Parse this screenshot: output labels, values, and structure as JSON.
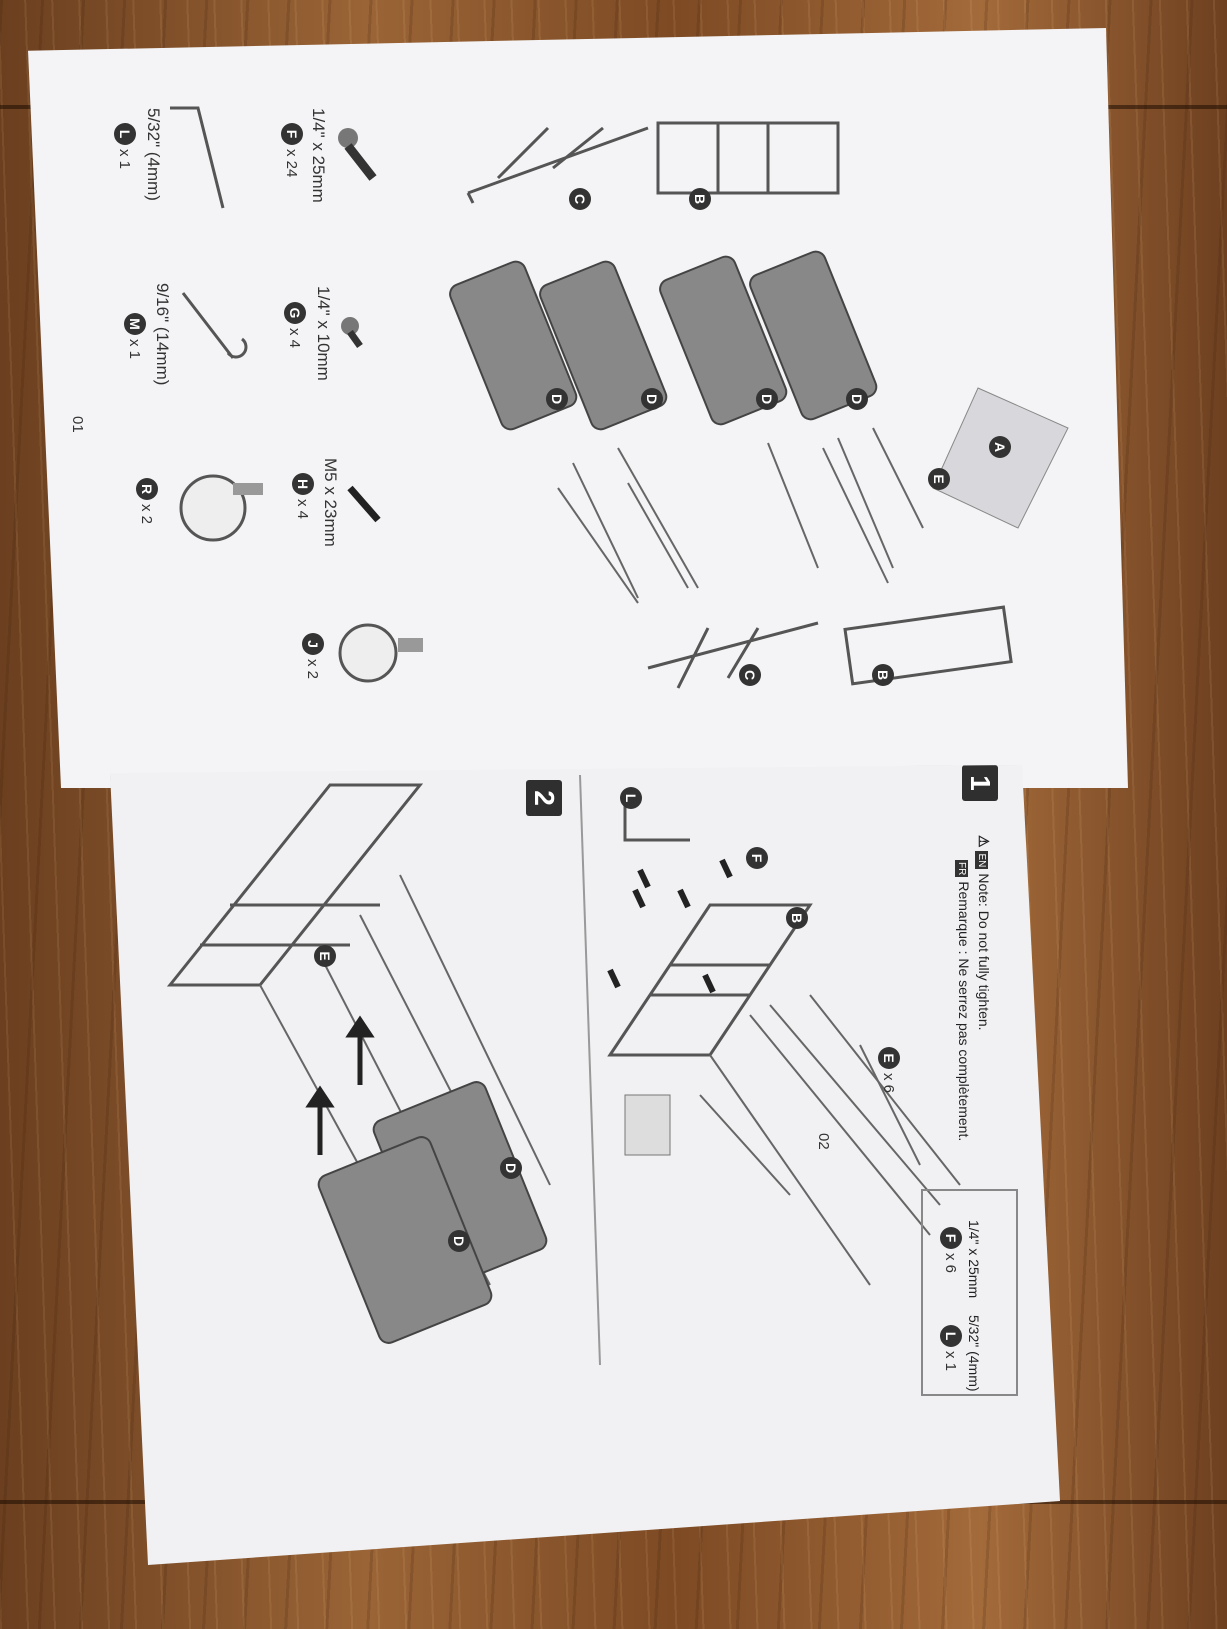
{
  "page1": {
    "page_number": "01",
    "parts": [
      {
        "letter": "A"
      },
      {
        "letter": "B"
      },
      {
        "letter": "C"
      },
      {
        "letter": "D"
      },
      {
        "letter": "E"
      }
    ],
    "hardware": [
      {
        "size": "1/4\" x 25mm",
        "letter": "F",
        "qty": "x 24"
      },
      {
        "size": "1/4\" x 10mm",
        "letter": "G",
        "qty": "x 4"
      },
      {
        "size": "M5 x 23mm",
        "letter": "H",
        "qty": "x 4"
      },
      {
        "size": "",
        "letter": "J",
        "qty": "x 2"
      },
      {
        "size": "5/32\" (4mm)",
        "letter": "L",
        "qty": "x 1"
      },
      {
        "size": "9/16\" (14mm)",
        "letter": "M",
        "qty": "x 1"
      },
      {
        "size": "",
        "letter": "R",
        "qty": "x 2"
      }
    ]
  },
  "page2": {
    "page_number": "02",
    "step1": {
      "number": "1",
      "note_en_tag": "EN",
      "note_en": "Note: Do not fully tighten.",
      "note_fr_tag": "FR",
      "note_fr": "Remarque : Ne serrez pas complètement.",
      "part_e": "E",
      "part_e_qty": "x 6",
      "hw_f_size": "1/4\" x 25mm",
      "hw_f": "F",
      "hw_f_qty": "x 6",
      "hw_l_size": "5/32\" (4mm)",
      "hw_l": "L",
      "hw_l_qty": "x 1",
      "callouts": [
        "L",
        "F",
        "B"
      ]
    },
    "step2": {
      "number": "2",
      "callouts": [
        "E",
        "D",
        "D"
      ]
    }
  }
}
